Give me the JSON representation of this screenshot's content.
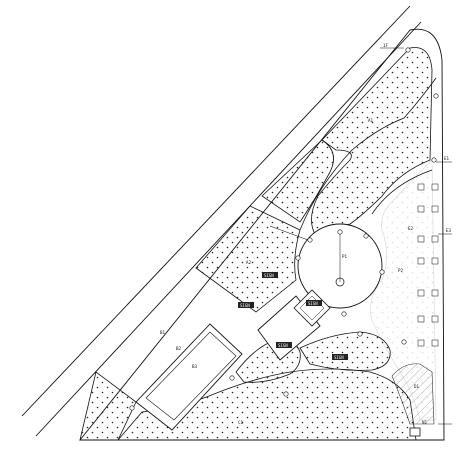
{
  "drawing": {
    "labels": {
      "north_marker": "1F",
      "zone_upper": "A1",
      "zone_mid_left": "A2",
      "zone_west": "B1",
      "plaza_center": "P1",
      "plaza_east": "P2",
      "zone_south": "C1",
      "zone_bottom_right": "D1",
      "building_left": "B2",
      "building_block": "B3",
      "tag_a": "SIGN",
      "tag_b": "SIGN",
      "tag_c": "SIGN",
      "tag_d": "SIGN",
      "tag_e": "SIGN",
      "grid_east_1": "E1",
      "grid_east_2": "E2",
      "grid_east_3": "E3",
      "corner_mark": "N1"
    }
  }
}
